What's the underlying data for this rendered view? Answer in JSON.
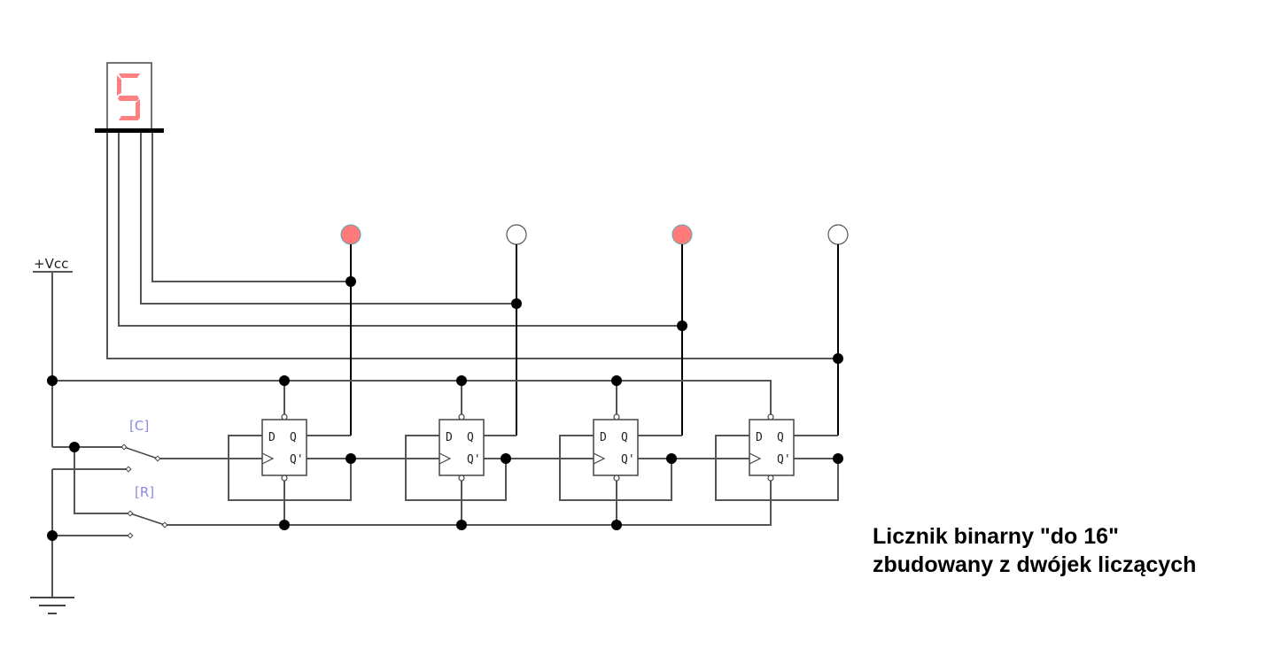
{
  "display": {
    "digit": "5",
    "segment_color": "#ff8080"
  },
  "power": {
    "vcc_label": "+Vcc"
  },
  "switches": [
    {
      "label": "[C]",
      "name": "clock"
    },
    {
      "label": "[R]",
      "name": "reset"
    }
  ],
  "flipflops": [
    {
      "d": "D",
      "q": "Q",
      "qn": "Q'"
    },
    {
      "d": "D",
      "q": "Q",
      "qn": "Q'"
    },
    {
      "d": "D",
      "q": "Q",
      "qn": "Q'"
    },
    {
      "d": "D",
      "q": "Q",
      "qn": "Q'"
    }
  ],
  "leds": [
    {
      "bit": 0,
      "state": "on",
      "color": "#ff7b7b"
    },
    {
      "bit": 1,
      "state": "off",
      "color": "#ffffff"
    },
    {
      "bit": 2,
      "state": "on",
      "color": "#ff7b7b"
    },
    {
      "bit": 3,
      "state": "off",
      "color": "#ffffff"
    }
  ],
  "caption": {
    "line1": "Licznik binarny \"do 16\"",
    "line2": "zbudowany z dwójek liczących"
  }
}
